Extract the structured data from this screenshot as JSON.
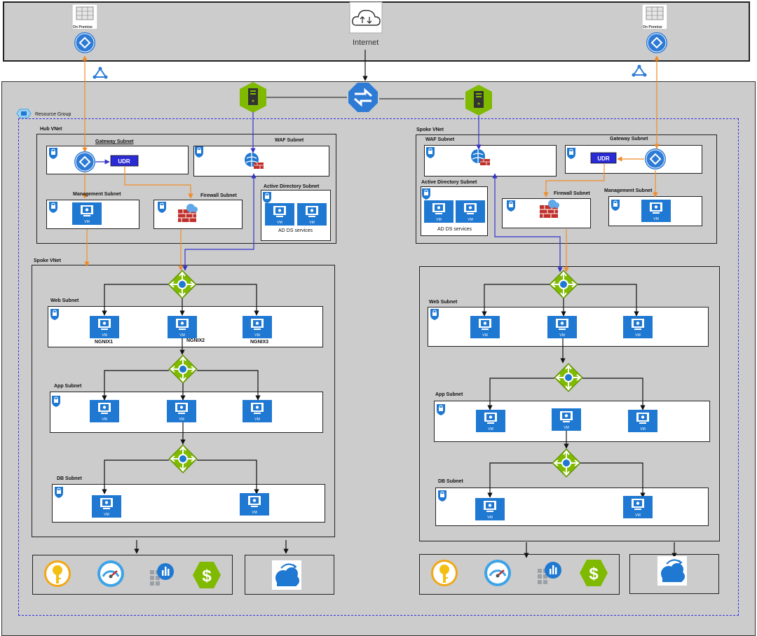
{
  "internet": {
    "label": "Internet"
  },
  "on_premise": {
    "left_label": "On Premise",
    "right_label": "On Premise"
  },
  "resource_group": {
    "label": "Resource Group"
  },
  "left": {
    "hub_vnet": "Hub VNet",
    "gateway_subnet": "Gateway Subnet",
    "waf_subnet": "WAF Subnet",
    "management_subnet": "Management Subnet",
    "firewall_subnet": "Firewall Subnet",
    "ad_subnet": "Active Directory Subnet",
    "ad_services": "AD DS services",
    "udr": "UDR",
    "spoke_vnet": "Spoke VNet",
    "web_subnet": "Web Subnet",
    "app_subnet": "App Subnet",
    "db_subnet": "DB Subnet",
    "nginx1": "NGNIX1",
    "nginx2": "NGNIX2",
    "nginx3": "NGNIX3",
    "vm": "VM"
  },
  "right": {
    "spoke_vnet": "Spoke VNet",
    "waf_subnet": "WAF Subnet",
    "gateway_subnet": "Gateway Subnet",
    "ad_subnet": "Active Directory Subnet",
    "ad_services": "AD DS services",
    "firewall_subnet": "Firewall Subnet",
    "management_subnet": "Management Subnet",
    "udr": "UDR",
    "web_subnet": "Web Subnet",
    "app_subnet": "App Subnet",
    "db_subnet": "DB Subnet",
    "vm": "VM"
  },
  "colors": {
    "outer_gray": "#cccccc",
    "orange_line": "#f08c28",
    "blue_line": "#3333cc",
    "azure_blue": "#1f78d1",
    "lb_green": "#7fba00",
    "udr_blue": "#2b2bd6"
  }
}
